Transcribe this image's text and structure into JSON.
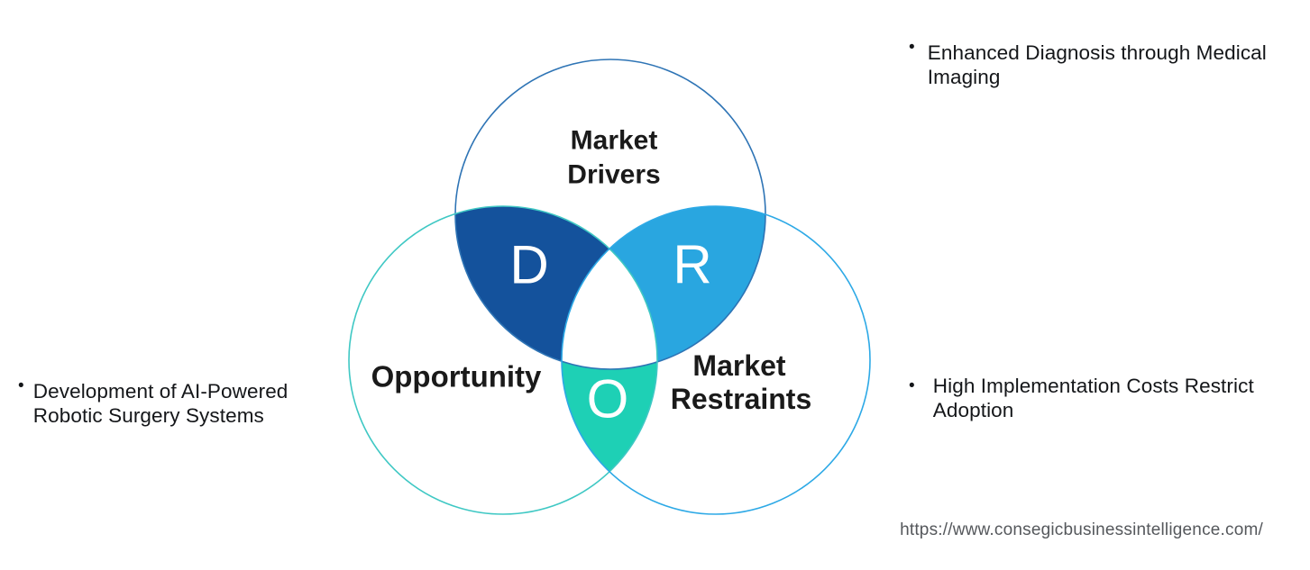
{
  "diagram": {
    "circles": [
      {
        "name": "market-drivers",
        "label_lines": [
          "Market",
          "Drivers"
        ],
        "stroke": "#2e74b5"
      },
      {
        "name": "opportunity",
        "label_lines": [
          "Opportunity"
        ],
        "stroke": "#3fc8c4"
      },
      {
        "name": "market-restraints",
        "label_lines": [
          "Market",
          "Restraints"
        ],
        "stroke": "#2da9e6"
      }
    ],
    "overlaps": [
      {
        "letter": "D",
        "fill": "#14529c",
        "meaning": "drivers-opportunity-overlap"
      },
      {
        "letter": "R",
        "fill": "#29a6e0",
        "meaning": "drivers-restraints-overlap"
      },
      {
        "letter": "O",
        "fill": "#1ed0b5",
        "meaning": "opportunity-restraints-overlap"
      }
    ],
    "center_fill": "#ffffff"
  },
  "notes": {
    "driver": {
      "bullet": "•",
      "text": "Enhanced Diagnosis through Medical Imaging"
    },
    "opportunity": {
      "bullet": "•",
      "text": "Development of AI-Powered Robotic Surgery Systems"
    },
    "restraint": {
      "bullet": "•",
      "text": "High Implementation Costs Restrict Adoption"
    }
  },
  "footer": {
    "url": "https://www.consegicbusinessintelligence.com/"
  }
}
